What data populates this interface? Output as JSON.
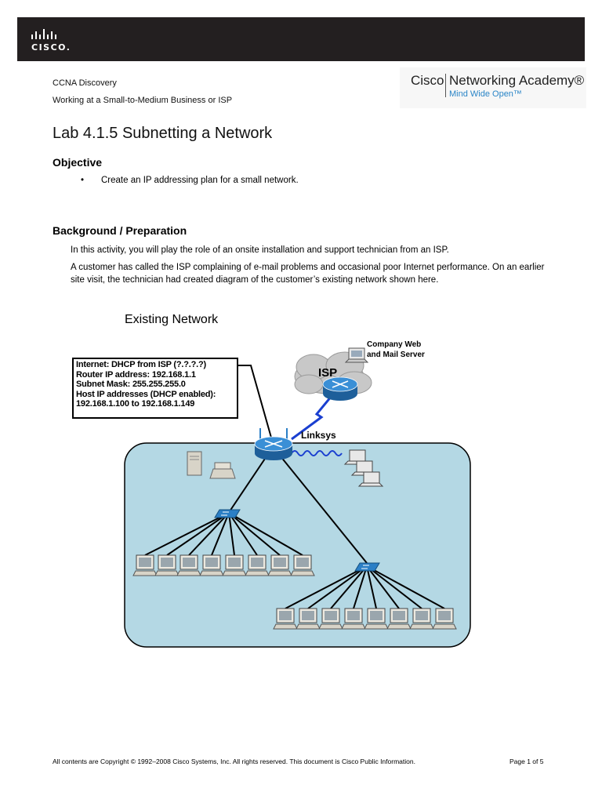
{
  "header": {
    "logo_text": "CISCO.",
    "course": "CCNA Discovery",
    "subtitle": "Working at a Small-to-Medium Business or ISP",
    "brand_cisco": "Cisco",
    "brand_academy": "Networking Academy®",
    "brand_tagline": "Mind Wide Open™"
  },
  "lab": {
    "title": "Lab 4.1.5 Subnetting a Network",
    "objective_heading": "Objective",
    "objectives": [
      "Create an IP addressing plan for a small network."
    ],
    "background_heading": "Background / Preparation",
    "paragraphs": [
      "In this activity, you will play the role of an onsite installation and support technician from an ISP.",
      "A customer has called the ISP complaining of e-mail problems and occasional poor Internet performance. On an earlier site visit, the technician had created diagram of the customer’s existing network shown here."
    ]
  },
  "diagram": {
    "title": "Existing Network",
    "info_lines": [
      "Internet: DHCP from ISP (?.?.?.?)",
      "Router IP address: 192.168.1.1",
      "Subnet Mask: 255.255.255.0",
      "Host IP addresses (DHCP enabled):",
      "192.168.1.100 to 192.168.1.149"
    ],
    "server_label_1": "Company Web",
    "server_label_2": "and Mail Server",
    "isp_label": "ISP",
    "router_label": "Linksys",
    "colors": {
      "lan_fill": "#b4d8e4",
      "device_blue": "#2b7fc6",
      "cloud": "#c8c8c8"
    }
  },
  "footer": {
    "copyright": "All contents are Copyright © 1992–2008 Cisco Systems, Inc. All rights reserved. This document is Cisco Public Information.",
    "page": "Page 1 of 5"
  }
}
